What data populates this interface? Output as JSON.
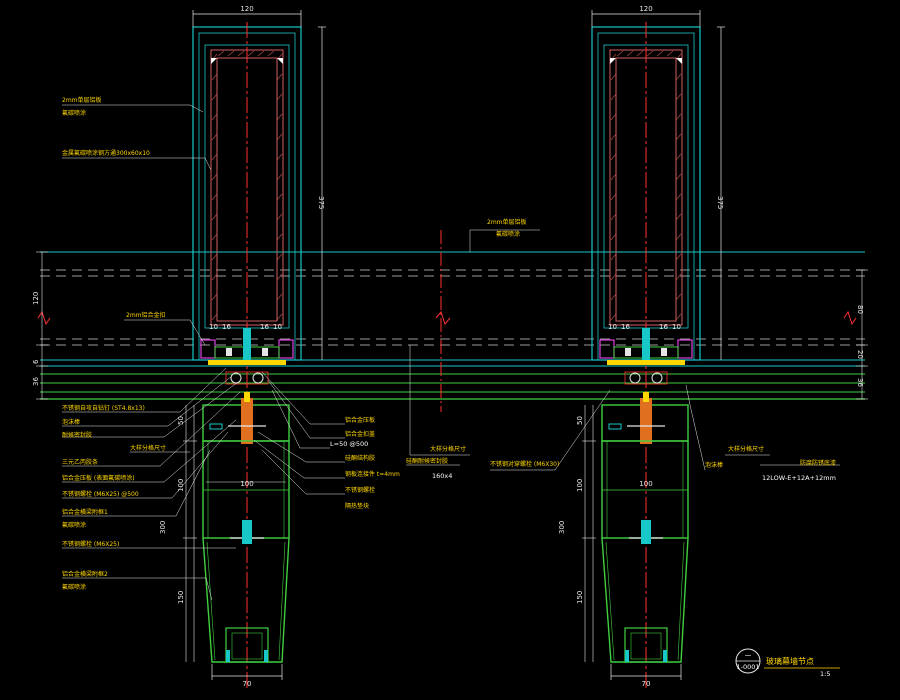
{
  "dims": {
    "top_width": "120",
    "height_375": "375",
    "height_120": "120",
    "height_80": "80",
    "small_6": "6",
    "small_20": "20",
    "small_36": "36",
    "d10a": "10",
    "d16a": "16",
    "d16b": "16",
    "d10b": "10",
    "d50": "50",
    "d100": "100",
    "d100w": "100",
    "d300": "300",
    "d150": "150",
    "d70": "70"
  },
  "labels": {
    "left_top_1": "2mm单层铝板",
    "left_top_1b": "氟碳喷涂",
    "left_mid_1": "金属氟碳喷涂钢方通300x60x10",
    "center_top": "2mm单层铝板",
    "center_top_b": "氟碳喷涂",
    "left_seal": "2mm铝合金扣",
    "screw_1": "不锈钢自攻自钻钉 (ST4.8x13)",
    "bar_1": "泡沫棒",
    "seal_1": "耐候密封胶",
    "glass_size": "大样分格尺寸",
    "tape": "三元乙丙胶条",
    "alu_1": "铝合金压板 (表面氟碳喷涂)",
    "bolt_1": "不锈钢螺栓 (M6X25) @500",
    "alu_2": "铝合金横梁附框1",
    "alu_2b": "氟碳喷涂",
    "bolt_2": "不锈钢螺栓 (M6X25)",
    "alu_3": "铝合金横梁附框2",
    "alu_3b": "氟碳喷涂",
    "r_1": "铝合金压板",
    "r_2": "铝合金扣盖",
    "r_3": "L=50 @500",
    "r_4": "硅酮结构胶",
    "r_5": "钢板连接件 t=4mm",
    "r_6": "不锈钢螺栓",
    "r_7": "隔热垫块",
    "c_1": "大样分格尺寸",
    "c_2": "硅酮耐候密封胶",
    "c_3": "160x4",
    "c_4": "不锈钢对穿螺栓 (M6X30)",
    "r2_1": "泡沫棒",
    "r2_2": "大样分格尺寸",
    "r2_3": "防腐防锈底漆",
    "glass_spec": "12LOW-E+12A+12mm",
    "section_title": "玻璃幕墙节点",
    "scale": "1:5",
    "symbol_top": "一",
    "symbol_bottom": "1-0001"
  }
}
